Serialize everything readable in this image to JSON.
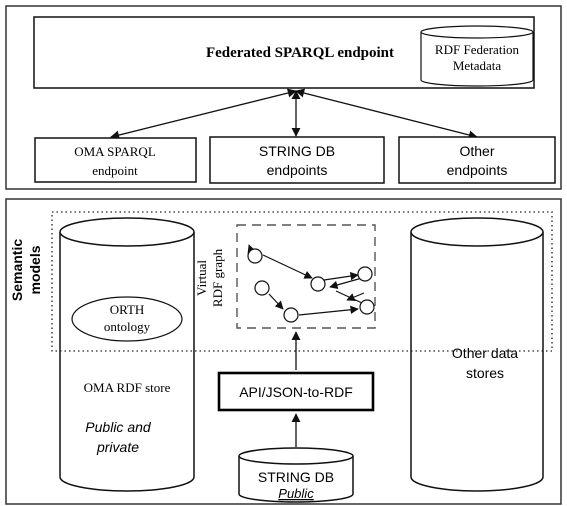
{
  "colors": {
    "stroke": "#111111",
    "panel_stroke": "#333333",
    "fill": "#ffffff",
    "text": "#000000"
  },
  "top_panel": {
    "federated_endpoint": "Federated SPARQL endpoint",
    "rdf_federation_line1": "RDF Federation",
    "rdf_federation_line2": "Metadata",
    "endpoints": [
      {
        "line1": "OMA SPARQL",
        "line2": "endpoint"
      },
      {
        "line1": "STRING DB",
        "line2": "endpoints"
      },
      {
        "line1": "Other",
        "line2": "endpoints"
      }
    ]
  },
  "bottom_panel": {
    "semantic_models_line1": "Semantic",
    "semantic_models_line2": "models",
    "orth_line1": "ORTH",
    "orth_line2": "ontology",
    "oma_store": "OMA RDF store",
    "oma_access_line1": "Public and",
    "oma_access_line2": "private",
    "virtual_graph_line1": "Virtual",
    "virtual_graph_line2": "RDF graph",
    "api_box": "API/JSON-to-RDF",
    "string_db": "STRING DB",
    "string_db_access": "Public",
    "other_stores_line1": "Other data",
    "other_stores_line2": "stores"
  }
}
